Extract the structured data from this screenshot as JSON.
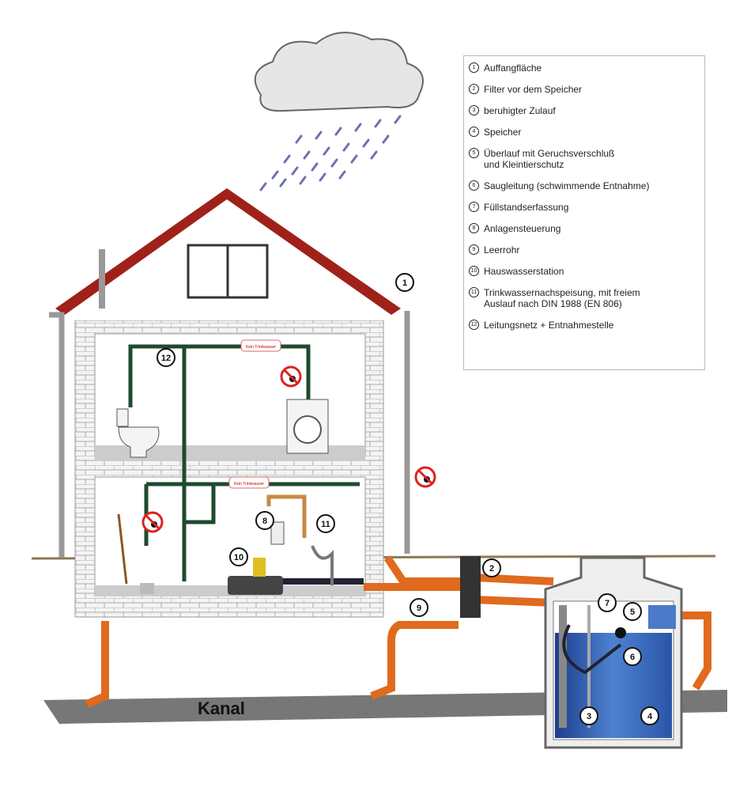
{
  "legend": [
    {
      "n": "1",
      "label": "Auffangfläche"
    },
    {
      "n": "2",
      "label": "Filter vor dem Speicher"
    },
    {
      "n": "3",
      "label": "beruhigter Zulauf"
    },
    {
      "n": "4",
      "label": "Speicher"
    },
    {
      "n": "5",
      "label": "Überlauf mit Geruchsverschluß\nund Kleintierschutz"
    },
    {
      "n": "6",
      "label": "Saugleitung (schwimmende Entnahme)"
    },
    {
      "n": "7",
      "label": "Füllstandserfassung"
    },
    {
      "n": "8",
      "label": "Anlagensteuerung"
    },
    {
      "n": "9",
      "label": "Leerrohr"
    },
    {
      "n": "10",
      "label": "Hauswasserstation"
    },
    {
      "n": "11",
      "label": "Trinkwassernachspeisung, mit freiem\n Auslauf nach DIN 1988 (EN 806)"
    },
    {
      "n": "12",
      "label": "Leitungsnetz + Entnahmestelle"
    }
  ],
  "diagram": {
    "kanal_label": "Kanal",
    "warning_label": "Kein Trinkwasser",
    "markers": {
      "m1": "1",
      "m2": "2",
      "m3": "3",
      "m4": "4",
      "m5": "5",
      "m6": "6",
      "m7": "7",
      "m8": "8",
      "m9": "9",
      "m10": "10",
      "m11": "11",
      "m12": "12"
    }
  },
  "colors": {
    "pipe": "#e06a1e",
    "green_pipe": "#1e4a2e",
    "water": "#2f5fb0",
    "roof": "#a0201a",
    "ground": "#777"
  }
}
